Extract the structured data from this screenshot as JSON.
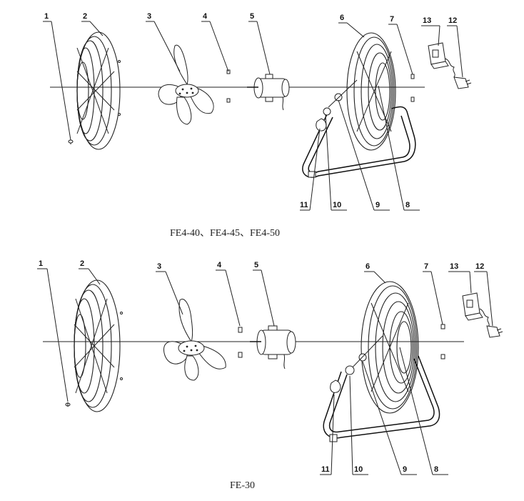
{
  "panels": [
    {
      "caption": "FE4-40、FE4-45、FE4-50",
      "labels": [
        "1",
        "2",
        "3",
        "4",
        "5",
        "6",
        "7",
        "13",
        "12",
        "11",
        "10",
        "9",
        "8"
      ]
    },
    {
      "caption": "FE-30",
      "labels": [
        "1",
        "2",
        "3",
        "4",
        "5",
        "6",
        "7",
        "13",
        "12",
        "11",
        "10",
        "9",
        "8"
      ]
    }
  ],
  "colors": {
    "line": "#222222",
    "background": "#ffffff"
  }
}
